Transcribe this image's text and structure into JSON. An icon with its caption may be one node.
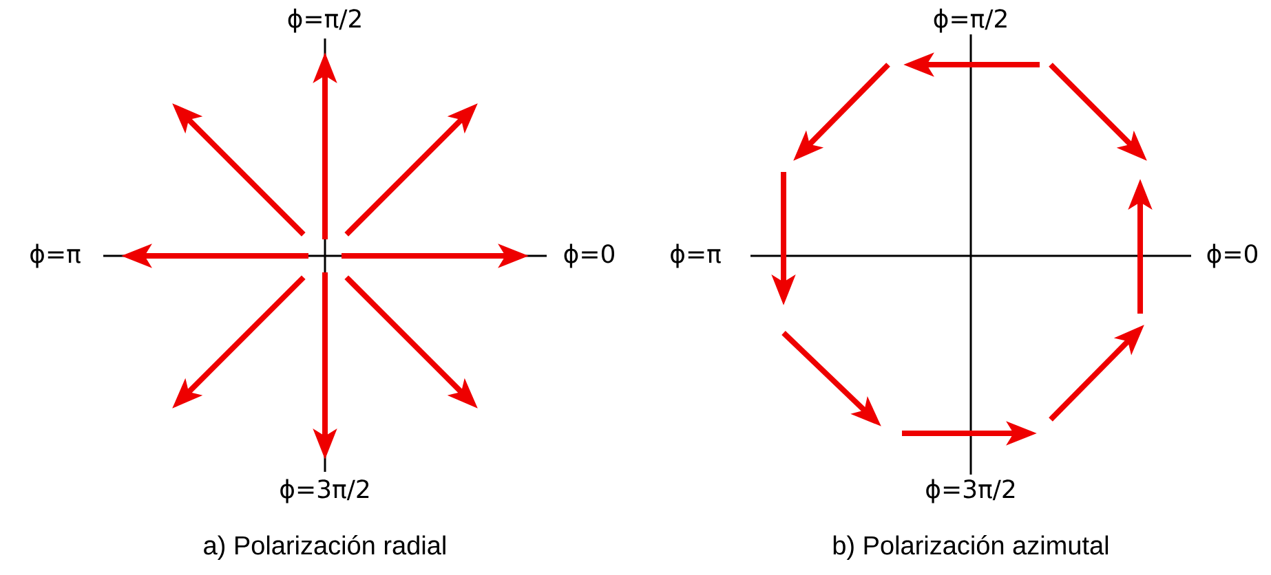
{
  "diagram": {
    "labels": [
      "ϕ=π/2",
      "ϕ=π",
      "ϕ=0",
      "ϕ=3π/2",
      "a) Polarización radial",
      "ϕ=π/2",
      "ϕ=π",
      "ϕ=0",
      "ϕ=3π/2",
      "b) Polarización azimutal"
    ]
  }
}
